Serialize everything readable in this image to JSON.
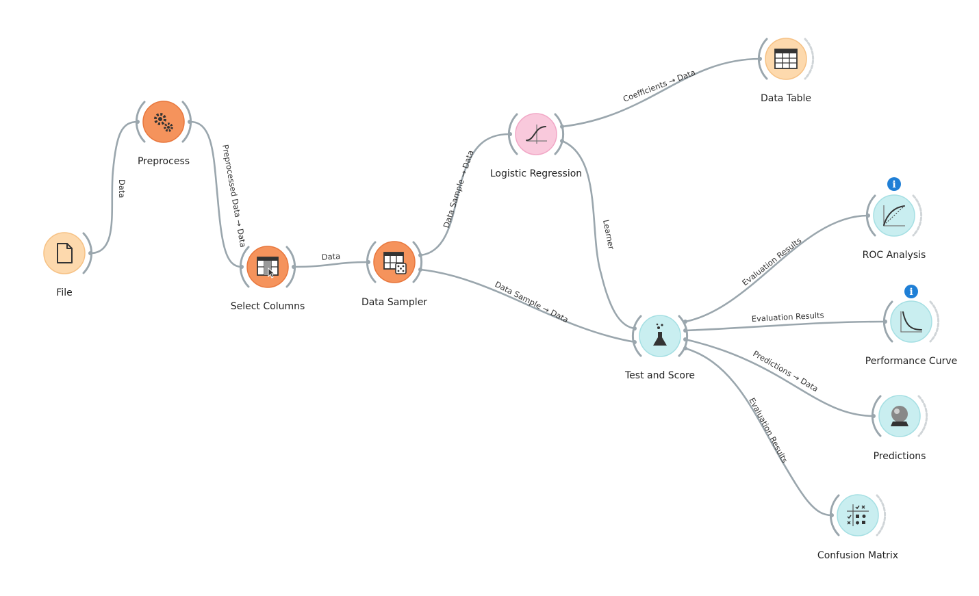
{
  "colors": {
    "data_light": "#fdd9ad",
    "data_outline": "#f6c184",
    "transform": "#f5935c",
    "transform_outline": "#e8773d",
    "model": "#f9c9dc",
    "model_outline": "#f1a7c6",
    "evaluate": "#c9eef0",
    "evaluate_outline": "#a5dfe3",
    "info": "#1f7fd6",
    "link": "#9aa6ad"
  },
  "nodes": {
    "file": {
      "label": "File",
      "icon": "file-icon"
    },
    "preprocess": {
      "label": "Preprocess",
      "icon": "gears-icon"
    },
    "select_columns": {
      "label": "Select Columns",
      "icon": "select-columns-icon"
    },
    "data_sampler": {
      "label": "Data Sampler",
      "icon": "data-sampler-icon"
    },
    "logistic_regression": {
      "label": "Logistic Regression",
      "icon": "logistic-curve-icon"
    },
    "data_table": {
      "label": "Data Table",
      "icon": "table-icon"
    },
    "test_and_score": {
      "label": "Test and Score",
      "icon": "flask-icon"
    },
    "roc_analysis": {
      "label": "ROC Analysis",
      "icon": "roc-curve-icon",
      "info_badge": "i"
    },
    "performance_curve": {
      "label": "Performance Curve",
      "icon": "performance-curve-icon",
      "info_badge": "i"
    },
    "predictions": {
      "label": "Predictions",
      "icon": "crystal-ball-icon"
    },
    "confusion_matrix": {
      "label": "Confusion Matrix",
      "icon": "confusion-matrix-icon"
    }
  },
  "links": {
    "file_preprocess": "Data",
    "preprocess_select": "Preprocessed Data → Data",
    "select_sampler": "Data",
    "sampler_logreg": "Data Sample → Data",
    "sampler_test": "Data Sample → Data",
    "logreg_table": "Coefficients → Data",
    "logreg_test": "Learner",
    "test_roc": "Evaluation Results",
    "test_perf": "Evaluation Results",
    "test_pred": "Predictions → Data",
    "test_confusion": "Evaluation Results"
  }
}
